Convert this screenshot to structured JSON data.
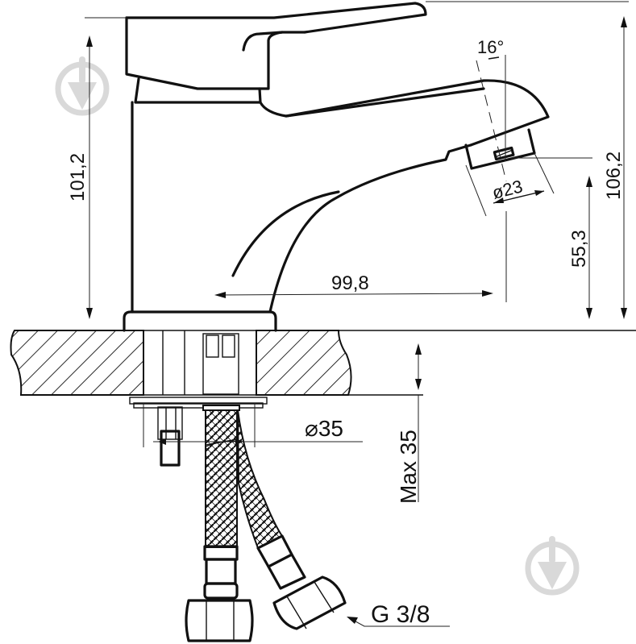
{
  "drawing": {
    "subject": "single-lever basin faucet technical drawing",
    "colors": {
      "line": "#111111",
      "background": "#ffffff",
      "watermark": "#d9d9d9"
    },
    "dimensions": {
      "body_height": "101,2",
      "total_height": "106,2",
      "spout_height": "55,3",
      "spout_reach": "99,8",
      "aerator_diameter": "ø23",
      "spout_angle": "16°",
      "mount_hole_diameter": "⌀35",
      "max_countertop_thickness": "Max 35",
      "hose_thread": "G 3/8"
    },
    "icons": [
      "watermark-logo-icon",
      "watermark-logo-icon"
    ]
  }
}
